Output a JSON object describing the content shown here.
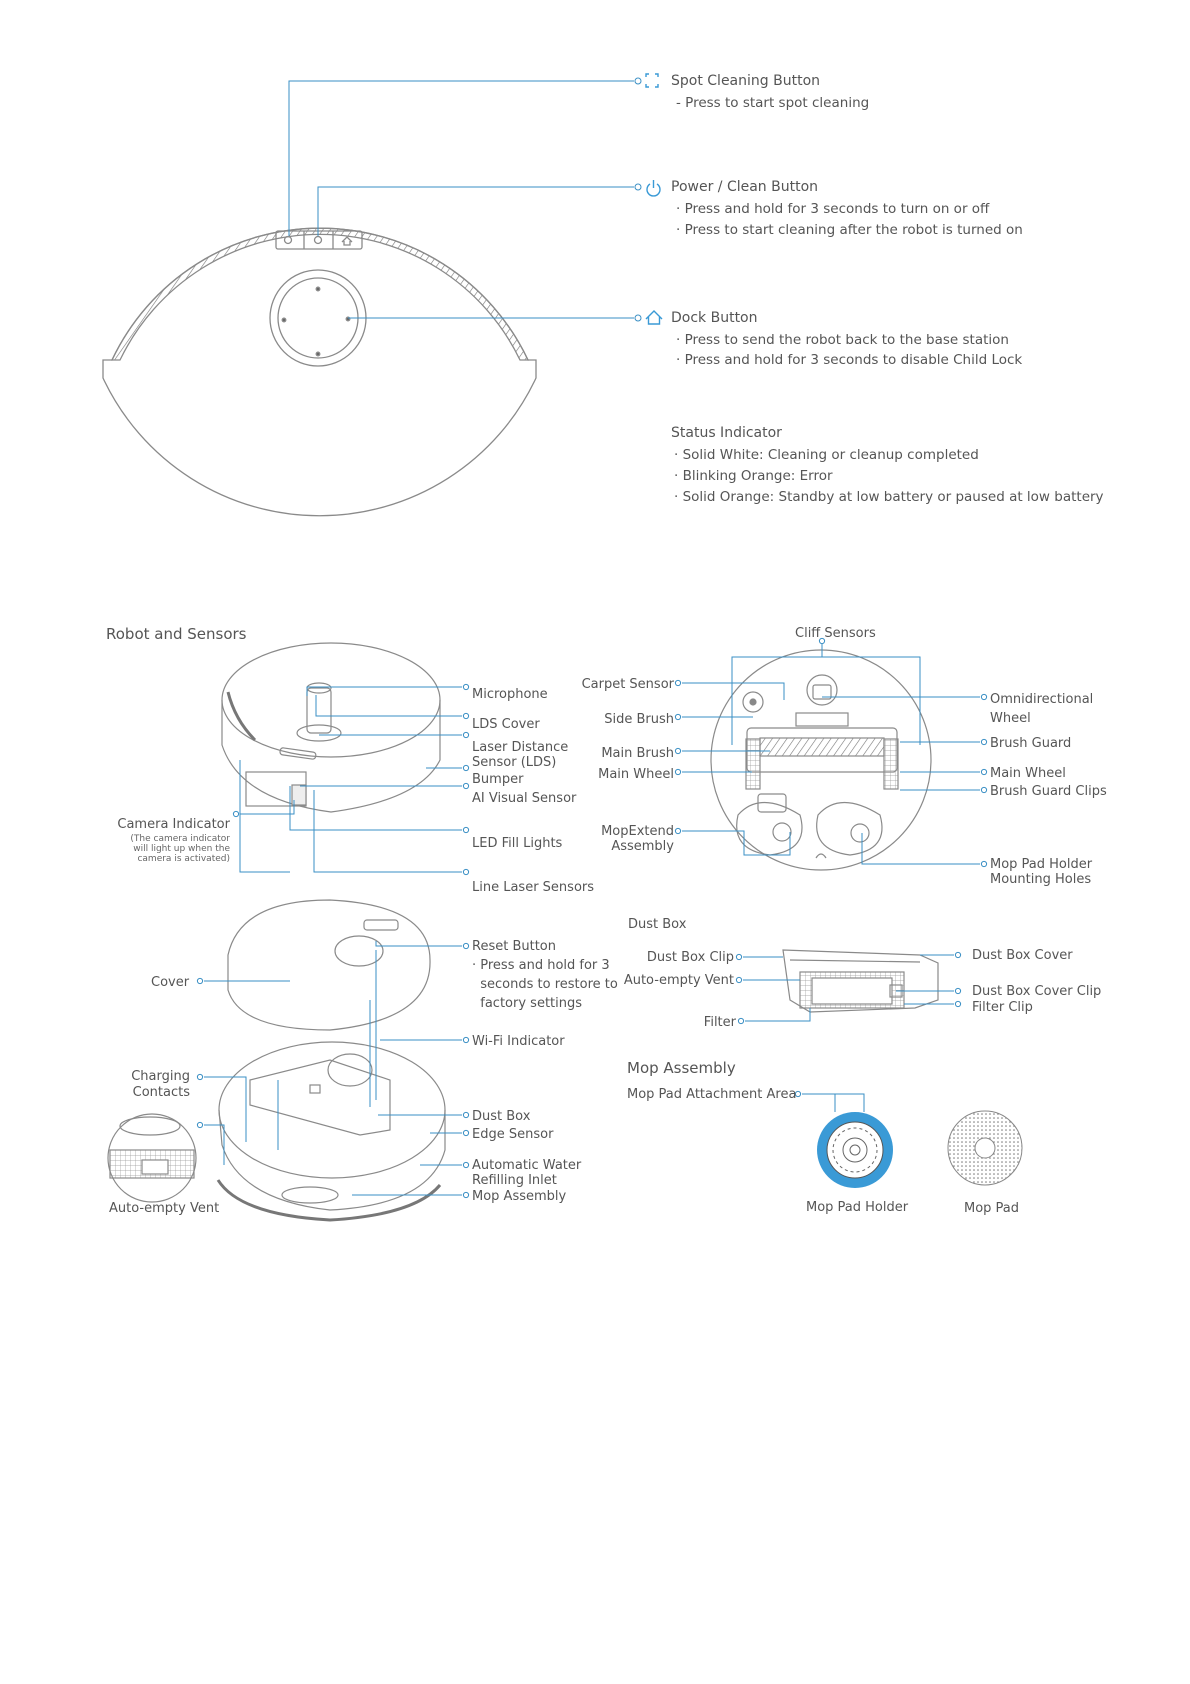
{
  "top": {
    "spot": {
      "title": "Spot Cleaning Button",
      "lines": [
        "- Press to start spot cleaning"
      ]
    },
    "power": {
      "title": "Power / Clean Button",
      "lines": [
        "· Press and hold for 3 seconds to turn on or off",
        "· Press to start cleaning after the robot is turned on"
      ]
    },
    "dock": {
      "title": "Dock Button",
      "lines": [
        "· Press to send the robot back to the base station",
        "· Press and hold for 3 seconds to disable Child Lock"
      ]
    },
    "status": {
      "title": "Status Indicator",
      "lines": [
        "· Solid White: Cleaning or cleanup completed",
        "· Blinking Orange: Error",
        "· Solid Orange: Standby at low battery or paused at low battery"
      ]
    }
  },
  "robot_sensors": {
    "heading": "Robot and Sensors",
    "labels": {
      "microphone": "Microphone",
      "lds_cover": "LDS Cover",
      "lds": "Laser Distance\nSensor (LDS)",
      "bumper": "Bumper",
      "ai_visual": "AI Visual Sensor",
      "camera_indicator": "Camera Indicator",
      "camera_note": "(The camera indicator\nwill light up when the\ncamera is activated)",
      "led_fill": "LED Fill Lights",
      "line_laser": "Line Laser Sensors"
    }
  },
  "bottom_view": {
    "cliff": "Cliff Sensors",
    "carpet": "Carpet Sensor",
    "side_brush": "Side Brush",
    "main_brush": "Main Brush",
    "main_wheel_left": "Main Wheel",
    "mopextend": "MopExtend\nAssembly",
    "omni": "Omnidirectional\nWheel",
    "brush_guard": "Brush Guard",
    "main_wheel_right": "Main Wheel",
    "brush_guard_clips": "Brush Guard Clips",
    "mop_holes": "Mop Pad Holder\nMounting Holes"
  },
  "open_view": {
    "cover": "Cover",
    "reset_title": "Reset Button",
    "reset_desc": "· Press and hold for 3\n  seconds to restore to\n  factory settings",
    "wifi": "Wi-Fi Indicator",
    "charging": "Charging\nContacts",
    "dust_box": "Dust Box",
    "edge_sensor": "Edge Sensor",
    "auto_water": "Automatic Water\nRefilling Inlet",
    "mop_assembly": "Mop Assembly",
    "auto_empty": "Auto-empty Vent"
  },
  "dust_box": {
    "heading": "Dust Box",
    "clip": "Dust Box Clip",
    "vent": "Auto-empty Vent",
    "filter": "Filter",
    "cover": "Dust Box Cover",
    "cover_clip": "Dust Box Cover Clip",
    "filter_clip": "Filter Clip"
  },
  "mop": {
    "heading": "Mop Assembly",
    "attach": "Mop Pad Attachment Area",
    "holder": "Mop Pad Holder",
    "pad": "Mop Pad"
  },
  "colors": {
    "leader": "#3a8fc4",
    "outline": "#8a8a8a",
    "accent": "#3a9ad6"
  }
}
